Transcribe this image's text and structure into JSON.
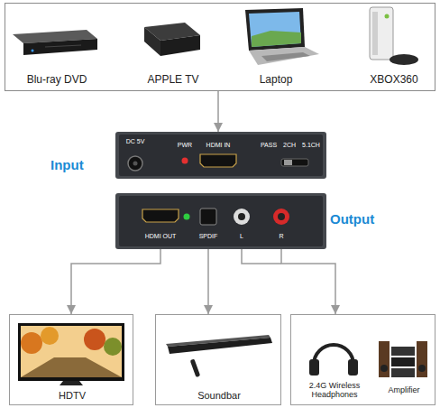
{
  "diagram": {
    "nodes": [
      {
        "text": [
          "Blu-ray DVD",
          "APPLE TV",
          "Laptop",
          "XBOX360"
        ]
      },
      {
        "text": [
          "DC 5V",
          "PWR",
          "HDMI IN",
          "PASS",
          "2CH",
          "5.1CH"
        ]
      },
      {
        "text": [
          "HDMI OUT",
          "SPDIF",
          "L",
          "R"
        ]
      },
      {
        "text": [
          "HDTV"
        ]
      },
      {
        "text": [
          "Soundbar"
        ]
      },
      {
        "text": [
          "2.4G Wireless Headphones",
          "Amplifier"
        ]
      }
    ],
    "edges": [
      {
        "from": 0,
        "to": 1,
        "arrow": "to"
      },
      {
        "from": 2,
        "to": 3,
        "arrow": "to"
      },
      {
        "from": 2,
        "to": 4,
        "arrow": "to"
      },
      {
        "from": 2,
        "to": 5,
        "arrow": "to"
      }
    ],
    "labels": [
      "Input",
      "Output"
    ]
  }
}
